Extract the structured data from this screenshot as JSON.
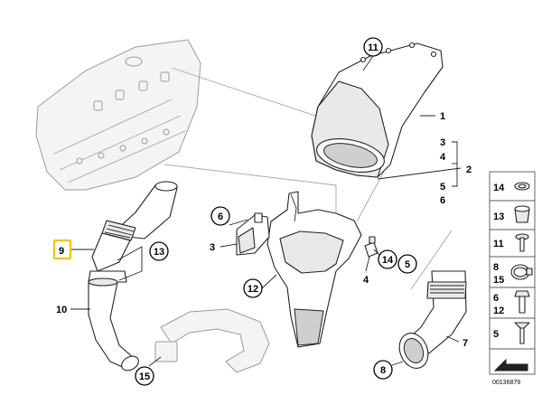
{
  "diagram": {
    "highlighted_label": "9",
    "reference_number": "00136879",
    "callouts": [
      {
        "id": "c1",
        "label": "1",
        "circled": false
      },
      {
        "id": "c2",
        "label": "2",
        "circled": false
      },
      {
        "id": "c3a",
        "label": "3",
        "circled": false
      },
      {
        "id": "c4a",
        "label": "4",
        "circled": false
      },
      {
        "id": "c5a",
        "label": "5",
        "circled": false
      },
      {
        "id": "c6a",
        "label": "6",
        "circled": false
      },
      {
        "id": "c3b",
        "label": "3",
        "circled": false
      },
      {
        "id": "c4b",
        "label": "4",
        "circled": false
      },
      {
        "id": "c7",
        "label": "7",
        "circled": false
      },
      {
        "id": "c10",
        "label": "10",
        "circled": false
      },
      {
        "id": "c11",
        "label": "11",
        "circled": true
      },
      {
        "id": "c6b",
        "label": "6",
        "circled": true
      },
      {
        "id": "c13",
        "label": "13",
        "circled": true
      },
      {
        "id": "c12",
        "label": "12",
        "circled": true
      },
      {
        "id": "c14",
        "label": "14",
        "circled": true
      },
      {
        "id": "c5b",
        "label": "5",
        "circled": true
      },
      {
        "id": "c8",
        "label": "8",
        "circled": true
      },
      {
        "id": "c15",
        "label": "15",
        "circled": true
      }
    ],
    "legend": [
      {
        "labels": [
          "14"
        ],
        "icon": "seal-ring-icon"
      },
      {
        "labels": [
          "13"
        ],
        "icon": "expanding-nut-icon"
      },
      {
        "labels": [
          "11"
        ],
        "icon": "screw-icon"
      },
      {
        "labels": [
          "8",
          "15"
        ],
        "icon": "hose-clamp-icon"
      },
      {
        "labels": [
          "6",
          "12"
        ],
        "icon": "hex-bolt-icon"
      },
      {
        "labels": [
          "5"
        ],
        "icon": "countersunk-screw-icon"
      }
    ]
  }
}
